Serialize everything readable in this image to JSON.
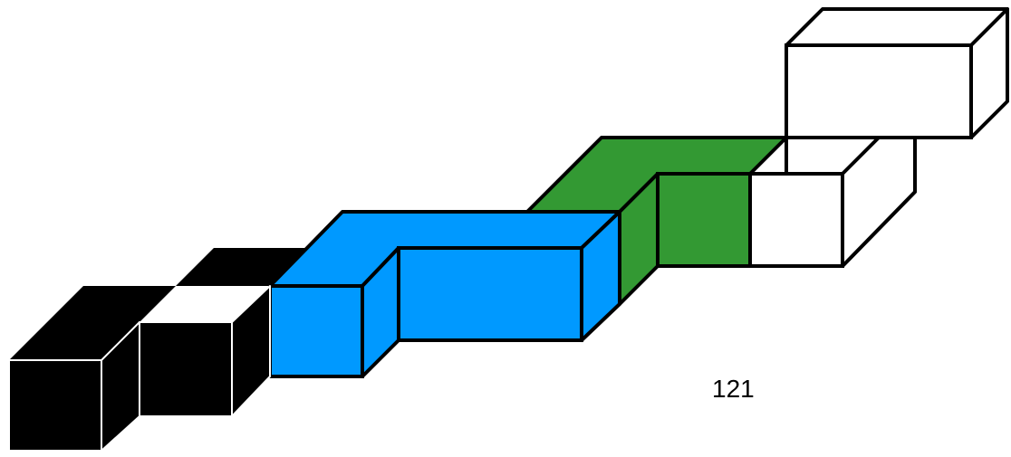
{
  "figure": {
    "label": "121",
    "colors": {
      "black": "#000000",
      "blue": "#0099ff",
      "green": "#339933",
      "white": "#ffffff",
      "outline": "#000000"
    },
    "pieces": [
      {
        "name": "black-piece",
        "color": "black"
      },
      {
        "name": "blue-piece",
        "color": "blue"
      },
      {
        "name": "green-piece",
        "color": "green"
      },
      {
        "name": "white-piece",
        "color": "white"
      }
    ]
  }
}
